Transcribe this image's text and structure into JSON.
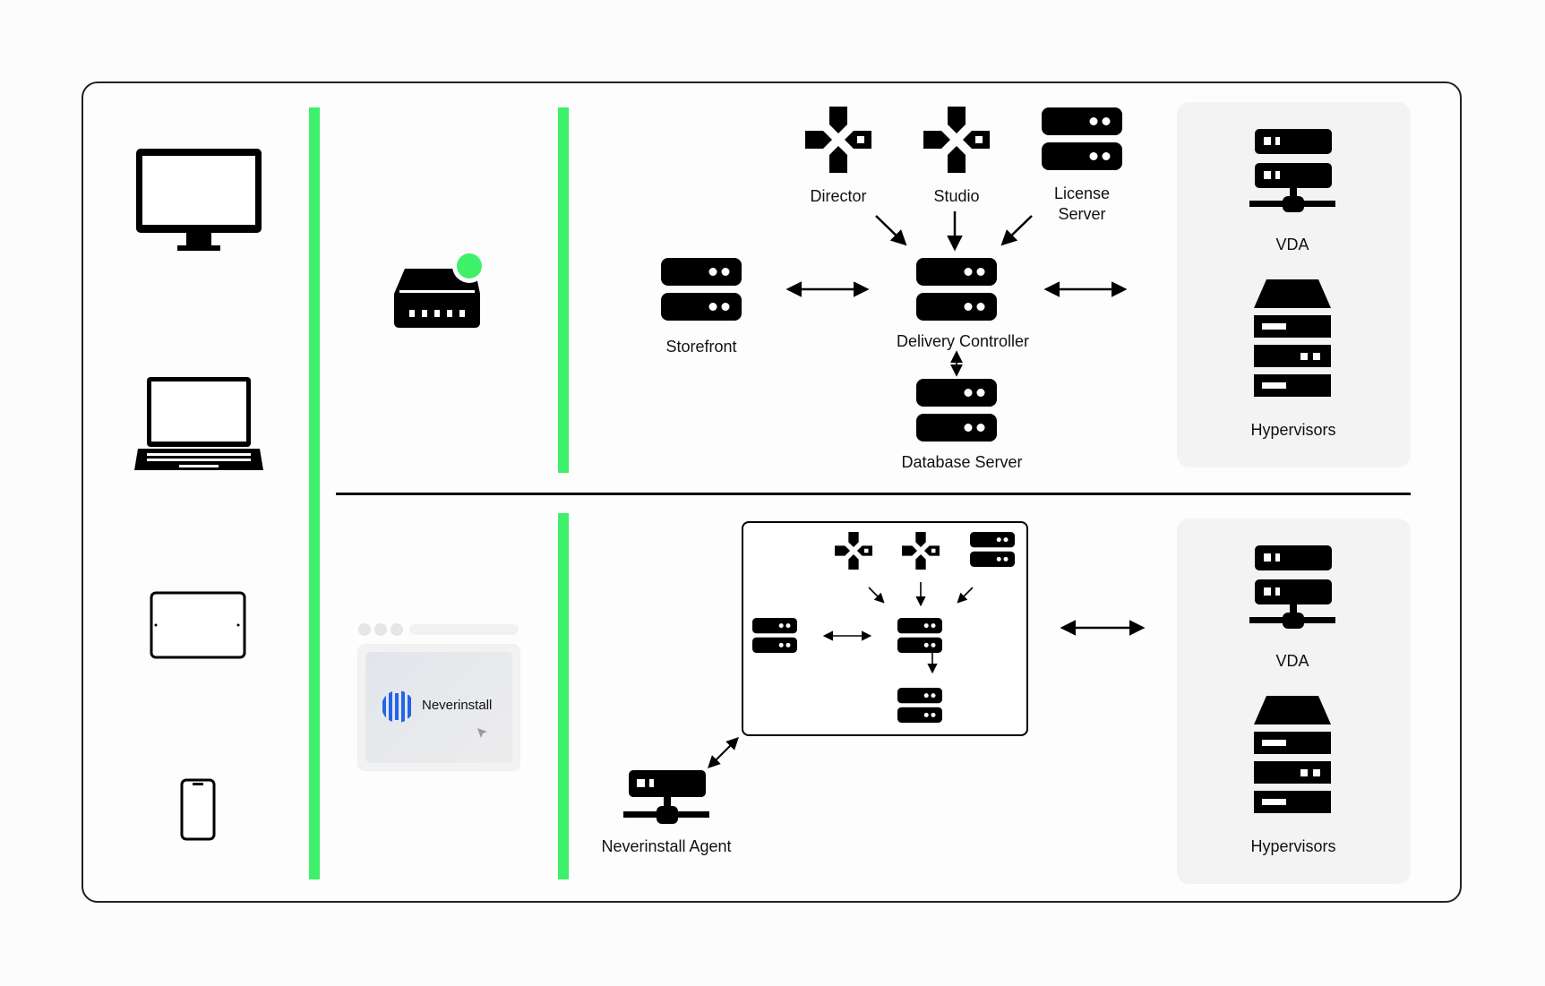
{
  "top": {
    "storefront": "Storefront",
    "director": "Director",
    "studio": "Studio",
    "license_server": "License Server",
    "delivery_controller": "Delivery Controller",
    "database_server": "Database Server",
    "vda": "VDA",
    "hypervisors": "Hypervisors"
  },
  "bottom": {
    "neverinstall_brand": "Neverinstall",
    "neverinstall_agent": "Neverinstall Agent",
    "vda": "VDA",
    "hypervisors": "Hypervisors"
  },
  "devices": [
    "monitor-icon",
    "laptop-icon",
    "tablet-icon",
    "phone-icon"
  ],
  "colors": {
    "accent_green": "#3ff06a",
    "brand_blue": "#2463eb"
  }
}
